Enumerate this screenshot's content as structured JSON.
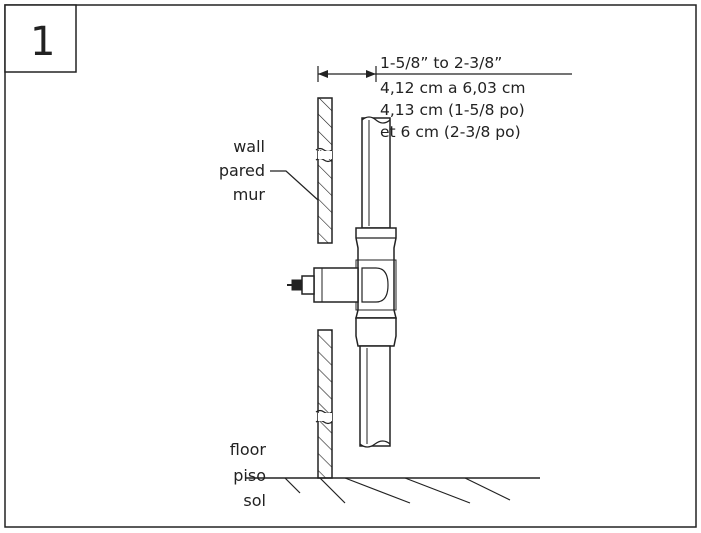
{
  "step_number": "1",
  "wall_labels": [
    "wall",
    "pared",
    "mur"
  ],
  "floor_labels": [
    "floor",
    "piso",
    "sol"
  ],
  "measurement_labels": [
    "1-5/8” to 2-3/8”",
    "4,12 cm a 6,03 cm",
    "4,13 cm (1-5/8 po)",
    "et 6 cm (2-3/8 po)"
  ]
}
